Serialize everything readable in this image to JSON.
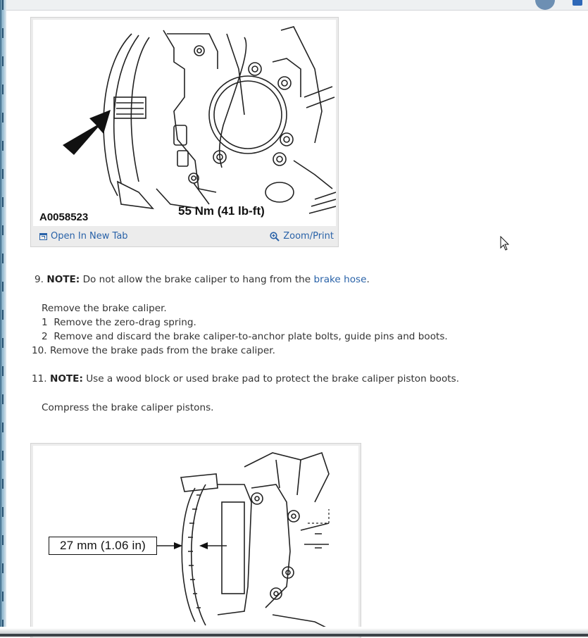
{
  "figure1": {
    "figure_id": "A0058523",
    "torque_label": "55 Nm (41 lb-ft)",
    "open_label": "Open In New Tab",
    "zoom_label": "Zoom/Print",
    "open_icon": "open-in-new-tab-icon",
    "zoom_icon": "magnifier-plus-icon"
  },
  "steps": {
    "s9_num": "9.",
    "s9_note": "NOTE:",
    "s9_text": "Do not allow the brake caliper to hang from the",
    "s9_link": "brake hose",
    "s9_end": ".",
    "s9_main": "Remove the brake caliper.",
    "s9_sub1_num": "1",
    "s9_sub1": "Remove the zero-drag spring.",
    "s9_sub2_num": "2",
    "s9_sub2": "Remove and discard the brake caliper-to-anchor plate bolts, guide pins and boots.",
    "s10_num": "10.",
    "s10_text": "Remove the brake pads from the brake caliper.",
    "s11_num": "11.",
    "s11_note": "NOTE:",
    "s11_text": "Use a wood block or used brake pad to protect the brake caliper piston boots.",
    "s11_main": "Compress the brake caliper pistons."
  },
  "figure2": {
    "measure_label": "27 mm (1.06 in)"
  },
  "colors": {
    "link": "#2962a8",
    "figure_frame": "#ececec"
  }
}
